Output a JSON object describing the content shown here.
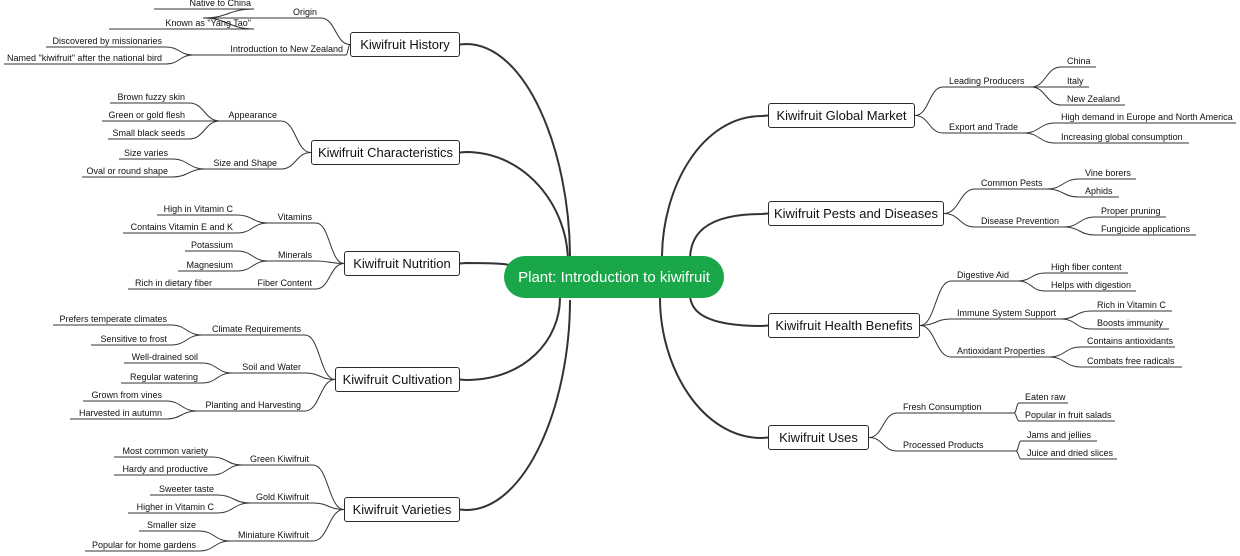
{
  "root": {
    "label": "Plant: Introduction to kiwifruit"
  },
  "branches": {
    "history": {
      "label": "Kiwifruit History",
      "groups": [
        {
          "label": "Origin",
          "leaves": [
            "Native to China",
            "Known as \"Yang Tao\""
          ]
        },
        {
          "label": "Introduction to New Zealand",
          "leaves": [
            "Discovered by missionaries",
            "Named \"kiwifruit\" after the national bird"
          ]
        }
      ]
    },
    "characteristics": {
      "label": "Kiwifruit Characteristics",
      "groups": [
        {
          "label": "Appearance",
          "leaves": [
            "Brown fuzzy skin",
            "Green or gold flesh",
            "Small black seeds"
          ]
        },
        {
          "label": "Size and Shape",
          "leaves": [
            "Size varies",
            "Oval or round shape"
          ]
        }
      ]
    },
    "nutrition": {
      "label": "Kiwifruit Nutrition",
      "groups": [
        {
          "label": "Vitamins",
          "leaves": [
            "High in Vitamin C",
            "Contains Vitamin E and K"
          ]
        },
        {
          "label": "Minerals",
          "leaves": [
            "Potassium",
            "Magnesium"
          ]
        },
        {
          "label": "Fiber Content",
          "leaves": [
            "Rich in dietary fiber"
          ]
        }
      ]
    },
    "cultivation": {
      "label": "Kiwifruit Cultivation",
      "groups": [
        {
          "label": "Climate Requirements",
          "leaves": [
            "Prefers temperate climates",
            "Sensitive to frost"
          ]
        },
        {
          "label": "Soil and Water",
          "leaves": [
            "Well-drained soil",
            "Regular watering"
          ]
        },
        {
          "label": "Planting and Harvesting",
          "leaves": [
            "Grown from vines",
            "Harvested in autumn"
          ]
        }
      ]
    },
    "varieties": {
      "label": "Kiwifruit Varieties",
      "groups": [
        {
          "label": "Green Kiwifruit",
          "leaves": [
            "Most common variety",
            "Hardy and productive"
          ]
        },
        {
          "label": "Gold Kiwifruit",
          "leaves": [
            "Sweeter taste",
            "Higher in Vitamin C"
          ]
        },
        {
          "label": "Miniature Kiwifruit",
          "leaves": [
            "Smaller size",
            "Popular for home gardens"
          ]
        }
      ]
    },
    "market": {
      "label": "Kiwifruit Global Market",
      "groups": [
        {
          "label": "Leading Producers",
          "leaves": [
            "China",
            "Italy",
            "New Zealand"
          ]
        },
        {
          "label": "Export and Trade",
          "leaves": [
            "High demand in Europe and North America",
            "Increasing global consumption"
          ]
        }
      ]
    },
    "pests": {
      "label": "Kiwifruit Pests and Diseases",
      "groups": [
        {
          "label": "Common Pests",
          "leaves": [
            "Vine borers",
            "Aphids"
          ]
        },
        {
          "label": "Disease Prevention",
          "leaves": [
            "Proper pruning",
            "Fungicide applications"
          ]
        }
      ]
    },
    "health": {
      "label": "Kiwifruit Health Benefits",
      "groups": [
        {
          "label": "Digestive Aid",
          "leaves": [
            "High fiber content",
            "Helps with digestion"
          ]
        },
        {
          "label": "Immune System Support",
          "leaves": [
            "Rich in Vitamin C",
            "Boosts immunity"
          ]
        },
        {
          "label": "Antioxidant Properties",
          "leaves": [
            "Contains antioxidants",
            "Combats free radicals"
          ]
        }
      ]
    },
    "uses": {
      "label": "Kiwifruit Uses",
      "groups": [
        {
          "label": "Fresh Consumption",
          "leaves": [
            "Eaten raw",
            "Popular in fruit salads"
          ]
        },
        {
          "label": "Processed Products",
          "leaves": [
            "Jams and jellies",
            "Juice and dried slices"
          ]
        }
      ]
    }
  }
}
